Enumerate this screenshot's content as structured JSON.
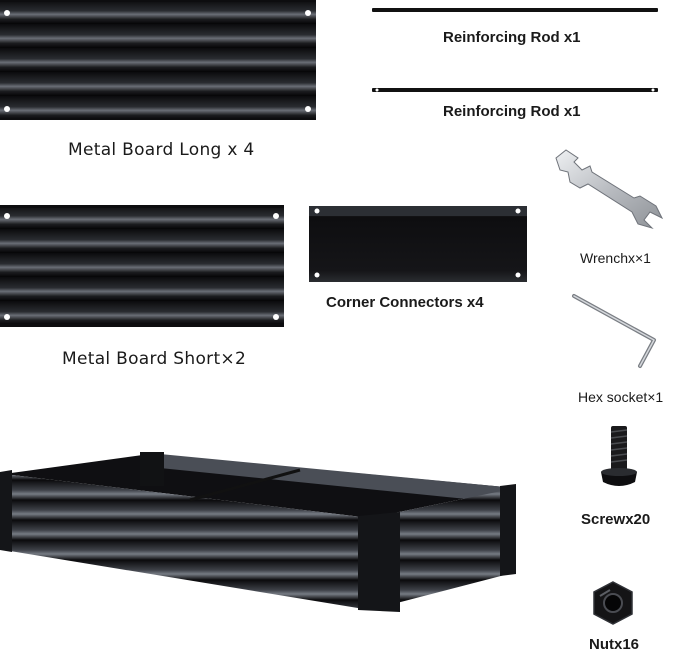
{
  "labels": {
    "metal_board_long": "Metal Board Long x 4",
    "metal_board_short": "Metal Board Short×2",
    "reinforcing_rod_1": "Reinforcing Rod x1",
    "reinforcing_rod_2": "Reinforcing Rod x1",
    "corner_connectors": "Corner Connectors x4",
    "wrench": "Wrenchx×1",
    "hex_socket": "Hex socket×1",
    "screw": "Screwx20",
    "nut": "Nutx16"
  },
  "colors": {
    "metal_dark": "#0d0d0f",
    "metal_light": "#5a5e66",
    "rod": "#111111",
    "silver": "#c9ccd0"
  }
}
